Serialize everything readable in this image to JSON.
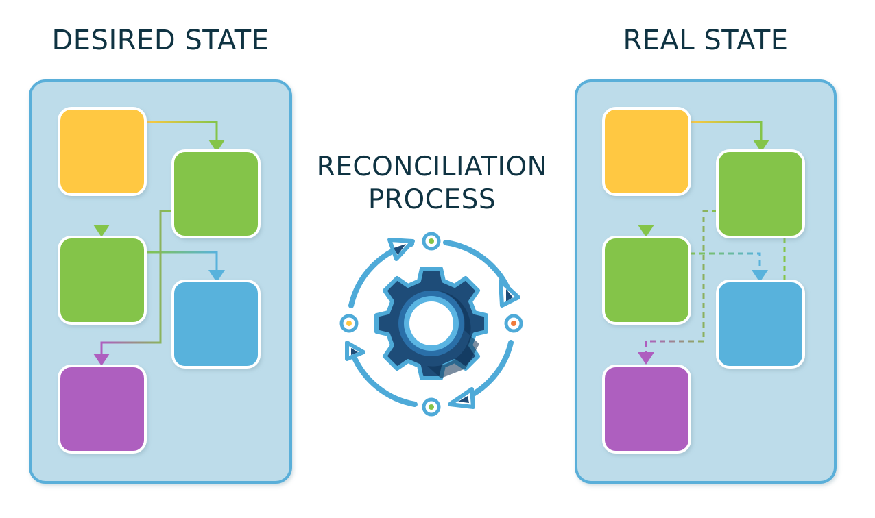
{
  "titles": {
    "desired": "DESIRED STATE",
    "real": "REAL STATE",
    "process_line1": "RECONCILIATION",
    "process_line2": "PROCESS"
  },
  "colors": {
    "panel_fill": "#bddcea",
    "panel_stroke": "#5aafd9",
    "yellow": "#ffc842",
    "green": "#84c449",
    "blue": "#58b2dc",
    "purple": "#ae5ebf",
    "gear_outer": "#4eaad8",
    "gear_inner": "#1e4c78",
    "text": "#0f3342"
  },
  "icons": [
    "gear-icon",
    "cycle-arrows-icon"
  ]
}
